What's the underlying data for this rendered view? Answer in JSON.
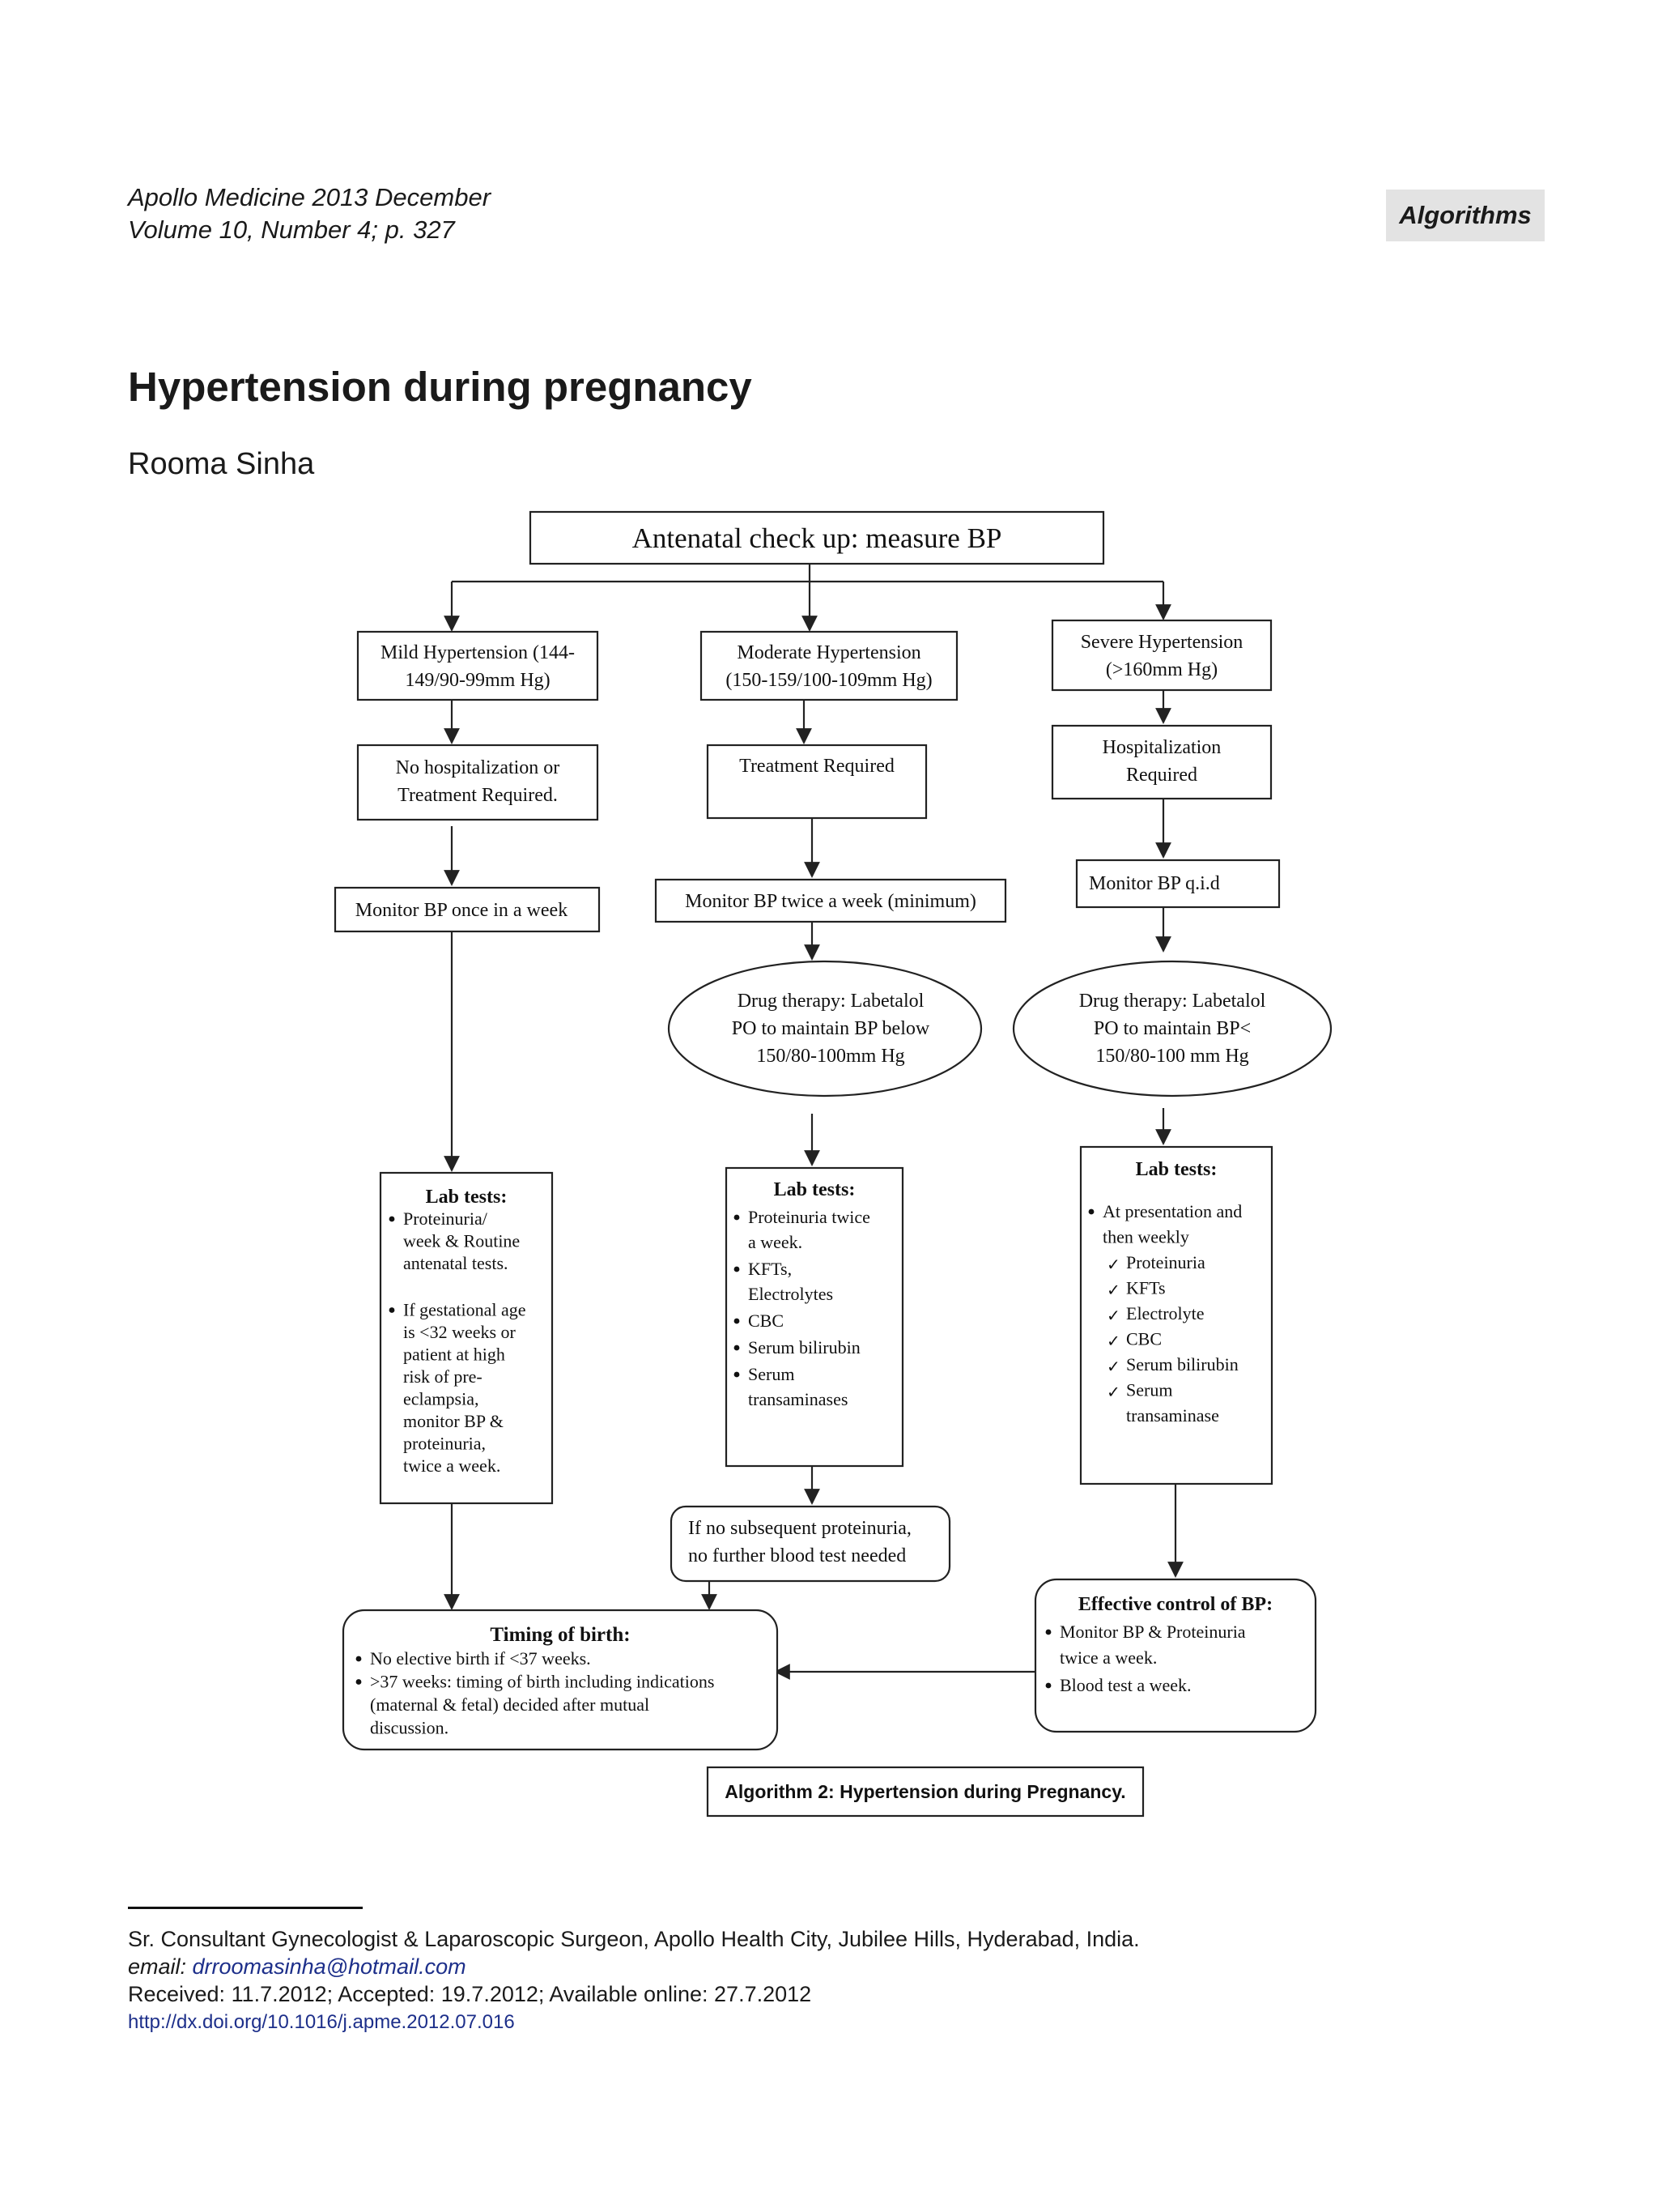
{
  "header": {
    "journal_line_1": "Apollo Medicine 2013 December",
    "journal_line_2": "Volume 10, Number 4; p. 327",
    "section": "Algorithms"
  },
  "article": {
    "title": "Hypertension during pregnancy",
    "author": "Rooma Sinha"
  },
  "flowchart": {
    "start": "Antenatal check up: measure BP",
    "mild": {
      "category": [
        "Mild Hypertension (144-",
        "149/90-99mm Hg)"
      ],
      "action": [
        "No hospitalization or",
        "Treatment Required."
      ],
      "monitor": "Monitor BP once in a week",
      "lab_title": "Lab tests:",
      "lab_items": [
        [
          "Proteinuria/",
          "week & Routine",
          "antenatal tests."
        ],
        [
          "If gestational age",
          "is <32 weeks or",
          "patient at high",
          "risk of pre-",
          "eclampsia,",
          "monitor BP &",
          "proteinuria,",
          "twice a week."
        ]
      ]
    },
    "moderate": {
      "category": [
        "Moderate Hypertension",
        "(150-159/100-109mm Hg)"
      ],
      "action": "Treatment Required",
      "monitor": "Monitor BP twice a week (minimum)",
      "drug": [
        "Drug therapy: Labetalol",
        "PO to maintain BP below",
        "150/80-100mm Hg"
      ],
      "lab_title": "Lab tests:",
      "lab_items": [
        [
          "Proteinuria twice",
          "a week."
        ],
        [
          "KFTs,",
          "Electrolytes"
        ],
        [
          "CBC"
        ],
        [
          "Serum bilirubin"
        ],
        [
          "Serum",
          "transaminases"
        ]
      ],
      "followup": [
        "If no subsequent proteinuria,",
        "no further blood test needed"
      ]
    },
    "severe": {
      "category": [
        "Severe Hypertension",
        "(>160mm Hg)"
      ],
      "action": [
        "Hospitalization",
        "Required"
      ],
      "monitor": "Monitor BP q.i.d",
      "drug": [
        "Drug therapy: Labetalol",
        "PO to maintain BP<",
        "150/80-100 mm Hg"
      ],
      "lab_title": "Lab tests:",
      "lab_intro": [
        "At presentation and",
        "then weekly"
      ],
      "lab_checks": [
        "Proteinuria",
        "KFTs",
        "Electrolyte",
        "CBC",
        "Serum bilirubin",
        "Serum"
      ],
      "lab_checks_tail": "transaminase",
      "control_title": "Effective control of BP:",
      "control_items": [
        [
          "Monitor BP & Proteinuria",
          "twice a week."
        ],
        [
          "Blood test a week."
        ]
      ]
    },
    "birth": {
      "title": "Timing of birth:",
      "items": [
        [
          "No elective birth if <37 weeks."
        ],
        [
          ">37 weeks: timing of birth including indications",
          "(maternal & fetal) decided after mutual",
          "discussion."
        ]
      ]
    },
    "caption": "Algorithm 2: Hypertension during Pregnancy."
  },
  "footnote": {
    "affiliation": "Sr. Consultant Gynecologist & Laparoscopic Surgeon, Apollo Health City, Jubilee Hills, Hyderabad, India.",
    "email_label": "email: ",
    "email": "drroomasinha@hotmail.com",
    "dates": "Received: 11.7.2012; Accepted: 19.7.2012; Available online: 27.7.2012",
    "doi": "http://dx.doi.org/10.1016/j.apme.2012.07.016"
  }
}
